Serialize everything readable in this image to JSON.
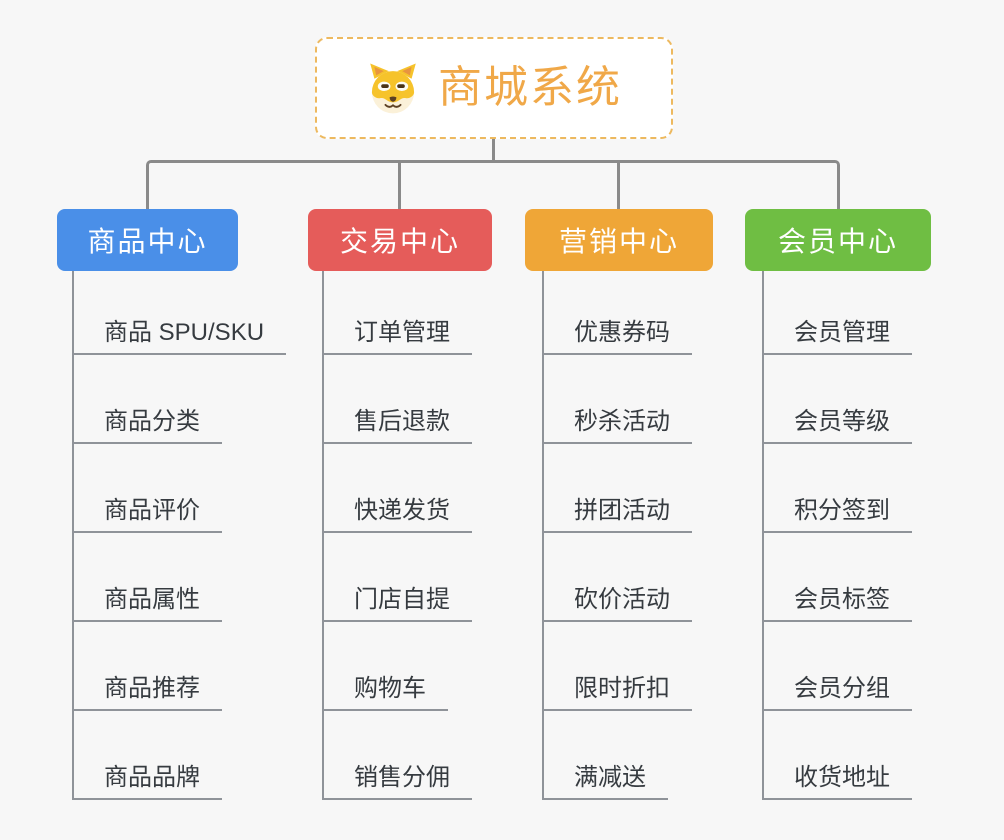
{
  "root": {
    "title": "商城系统",
    "icon": "dog-face-icon"
  },
  "branches": [
    {
      "label": "商品中心",
      "color": "#4A8FE8",
      "items": [
        "商品 SPU/SKU",
        "商品分类",
        "商品评价",
        "商品属性",
        "商品推荐",
        "商品品牌"
      ]
    },
    {
      "label": "交易中心",
      "color": "#E55C5A",
      "items": [
        "订单管理",
        "售后退款",
        "快递发货",
        "门店自提",
        "购物车",
        "销售分佣"
      ]
    },
    {
      "label": "营销中心",
      "color": "#EFA637",
      "items": [
        "优惠券码",
        "秒杀活动",
        "拼团活动",
        "砍价活动",
        "限时折扣",
        "满减送"
      ]
    },
    {
      "label": "会员中心",
      "color": "#6FBE43",
      "items": [
        "会员管理",
        "会员等级",
        "积分签到",
        "会员标签",
        "会员分组",
        "收货地址"
      ]
    }
  ],
  "colors": {
    "background": "#F7F7F7",
    "root_border": "#EDB95F",
    "root_title": "#F0A848",
    "connector": "#8A8A8A",
    "line": "#8F9399",
    "item_text": "#363B40"
  }
}
